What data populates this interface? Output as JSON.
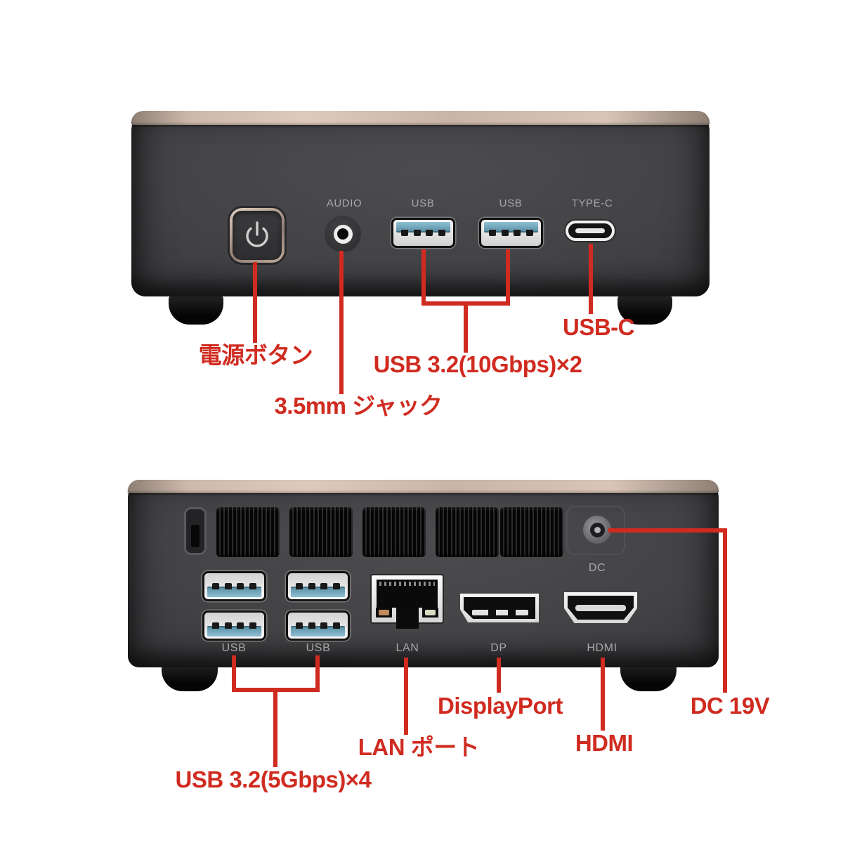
{
  "front_view": {
    "port_labels": {
      "audio": "AUDIO",
      "usb_left": "USB",
      "usb_right": "USB",
      "type_c": "TYPE-C"
    },
    "annotations": {
      "power_button": "電源ボタン",
      "audio_jack": "3.5mm ジャック",
      "usb_ports": "USB 3.2(10Gbps)×2",
      "usb_c": "USB-C"
    }
  },
  "rear_view": {
    "port_labels": {
      "usb_left": "USB",
      "usb_right": "USB",
      "lan": "LAN",
      "dp": "DP",
      "hdmi": "HDMI",
      "dc": "DC"
    },
    "annotations": {
      "usb_ports": "USB 3.2(5Gbps)×4",
      "lan_port": "LAN ポート",
      "displayport": "DisplayPort",
      "hdmi": "HDMI",
      "dc_in": "DC 19V"
    }
  },
  "colors": {
    "annotation_red": "#d02b20",
    "port_label_gray": "#a8a8aa",
    "copper_trim": "#cdb9ab",
    "body_dark": "#3c3c3f",
    "usb_tongue_blue": "#6fa8bf"
  }
}
